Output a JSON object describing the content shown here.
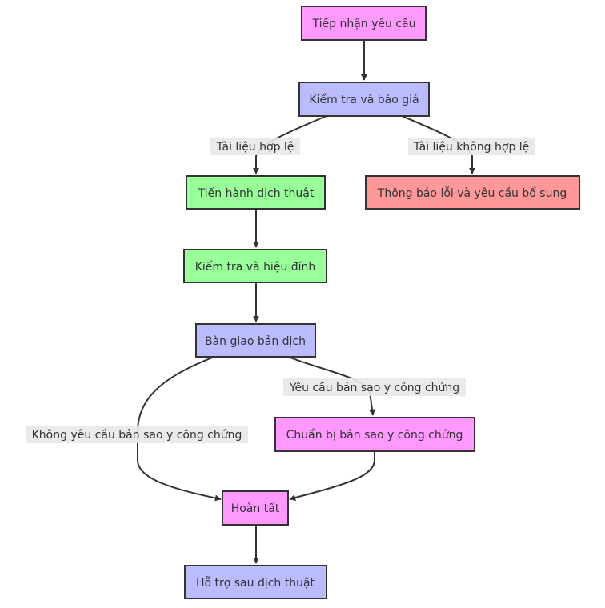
{
  "diagram": {
    "type": "flowchart",
    "direction": "top-down",
    "colors": {
      "pink": "#ff99ff",
      "lavender": "#bbbbff",
      "green": "#99ff99",
      "red": "#ff9999",
      "stroke": "#333333",
      "label_bg": "#e8e8e8"
    },
    "nodes": [
      {
        "id": "A",
        "label": "Tiếp nhận yêu cầu",
        "color": "pink"
      },
      {
        "id": "B",
        "label": "Kiểm tra và báo giá",
        "color": "lavender"
      },
      {
        "id": "C",
        "label": "Tiến hành dịch thuật",
        "color": "green"
      },
      {
        "id": "D",
        "label": "Thông báo lỗi và yêu cầu bổ sung",
        "color": "red"
      },
      {
        "id": "E",
        "label": "Kiểm tra và hiệu đính",
        "color": "green"
      },
      {
        "id": "F",
        "label": "Bàn giao bản dịch",
        "color": "lavender"
      },
      {
        "id": "G",
        "label": "Chuẩn bị bản sao y công chứng",
        "color": "pink"
      },
      {
        "id": "H",
        "label": "Hoàn tất",
        "color": "pink"
      },
      {
        "id": "I",
        "label": "Hỗ trợ sau dịch thuật",
        "color": "lavender"
      }
    ],
    "edges": [
      {
        "from": "A",
        "to": "B",
        "label": ""
      },
      {
        "from": "B",
        "to": "C",
        "label": "Tài liệu hợp lệ"
      },
      {
        "from": "B",
        "to": "D",
        "label": "Tài liệu không hợp lệ"
      },
      {
        "from": "C",
        "to": "E",
        "label": ""
      },
      {
        "from": "E",
        "to": "F",
        "label": ""
      },
      {
        "from": "F",
        "to": "G",
        "label": "Yêu cầu bản sao y công chứng"
      },
      {
        "from": "F",
        "to": "H",
        "label": "Không yêu cầu bản sao y công chứng"
      },
      {
        "from": "G",
        "to": "H",
        "label": ""
      },
      {
        "from": "H",
        "to": "I",
        "label": ""
      }
    ]
  }
}
